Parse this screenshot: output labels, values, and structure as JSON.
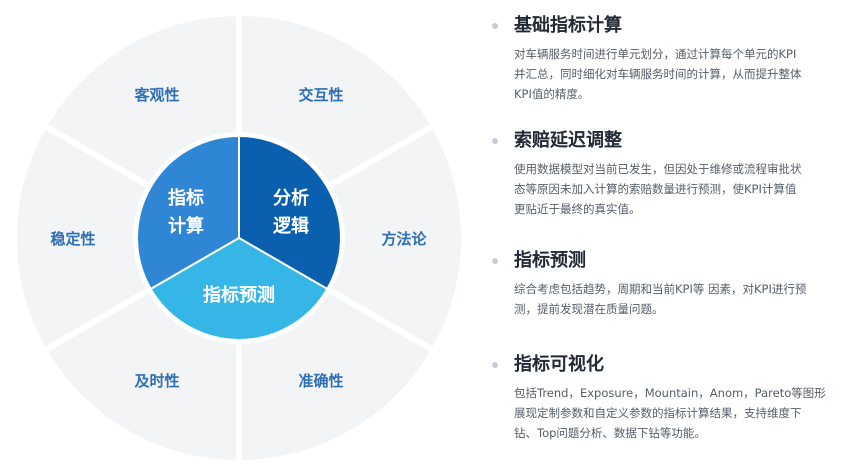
{
  "diagram": {
    "outer_ring": {
      "segments": [
        "客观性",
        "交互性",
        "方法论",
        "准确性",
        "及时性",
        "稳定性"
      ]
    },
    "core": {
      "left_label": [
        "指标",
        "计算"
      ],
      "right_label": [
        "分析",
        "逻辑"
      ],
      "bottom_label": "指标预测"
    },
    "colors": {
      "ring_fill": "#f3f4f6",
      "ring_text": "#2f6fb5",
      "core_left": "#2f86d4",
      "core_right": "#0a5fae",
      "core_bottom": "#35b6e6",
      "core_text": "#ffffff"
    }
  },
  "features": [
    {
      "title": "基础指标计算",
      "desc": [
        "对车辆服务时间进行单元划分，通过计算每个单元的KPI",
        "并汇总，同时细化对车辆服务时间的计算，从而提升整体",
        "KPI值的精度。"
      ]
    },
    {
      "title": "索赔延迟调整",
      "desc": [
        "使用数据模型对当前已发生，但因处于维修或流程审批状",
        "态等原因未加入计算的索赔数量进行预测，使KPI计算值",
        "更贴近于最终的真实值。"
      ]
    },
    {
      "title": "指标预测",
      "desc": [
        "综合考虑包括趋势，周期和当前KPI等  因素，对KPI进行预",
        "测，提前发现潜在质量问题。"
      ]
    },
    {
      "title": "指标可视化",
      "desc": [
        "包括Trend，Exposure，Mountain，Anom，Pareto等图形",
        "展现定制参数和自定义参数的指标计算结果，支持维度下",
        "钻、Top问题分析、数据下钻等功能。"
      ]
    }
  ]
}
